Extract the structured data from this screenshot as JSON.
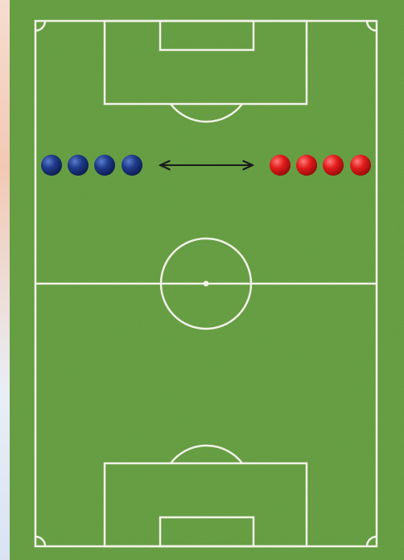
{
  "pitch": {
    "grass_color": "#5e9a3a",
    "grass_dark": "#4f8a30",
    "line_color": "#f2f2e8"
  },
  "teams": {
    "blue": {
      "color": "#1e3a8a",
      "player_count": 4
    },
    "red": {
      "color": "#e31b1b",
      "player_count": 4
    }
  },
  "arrow": {
    "type": "double-headed",
    "color": "#1a1a1a"
  }
}
